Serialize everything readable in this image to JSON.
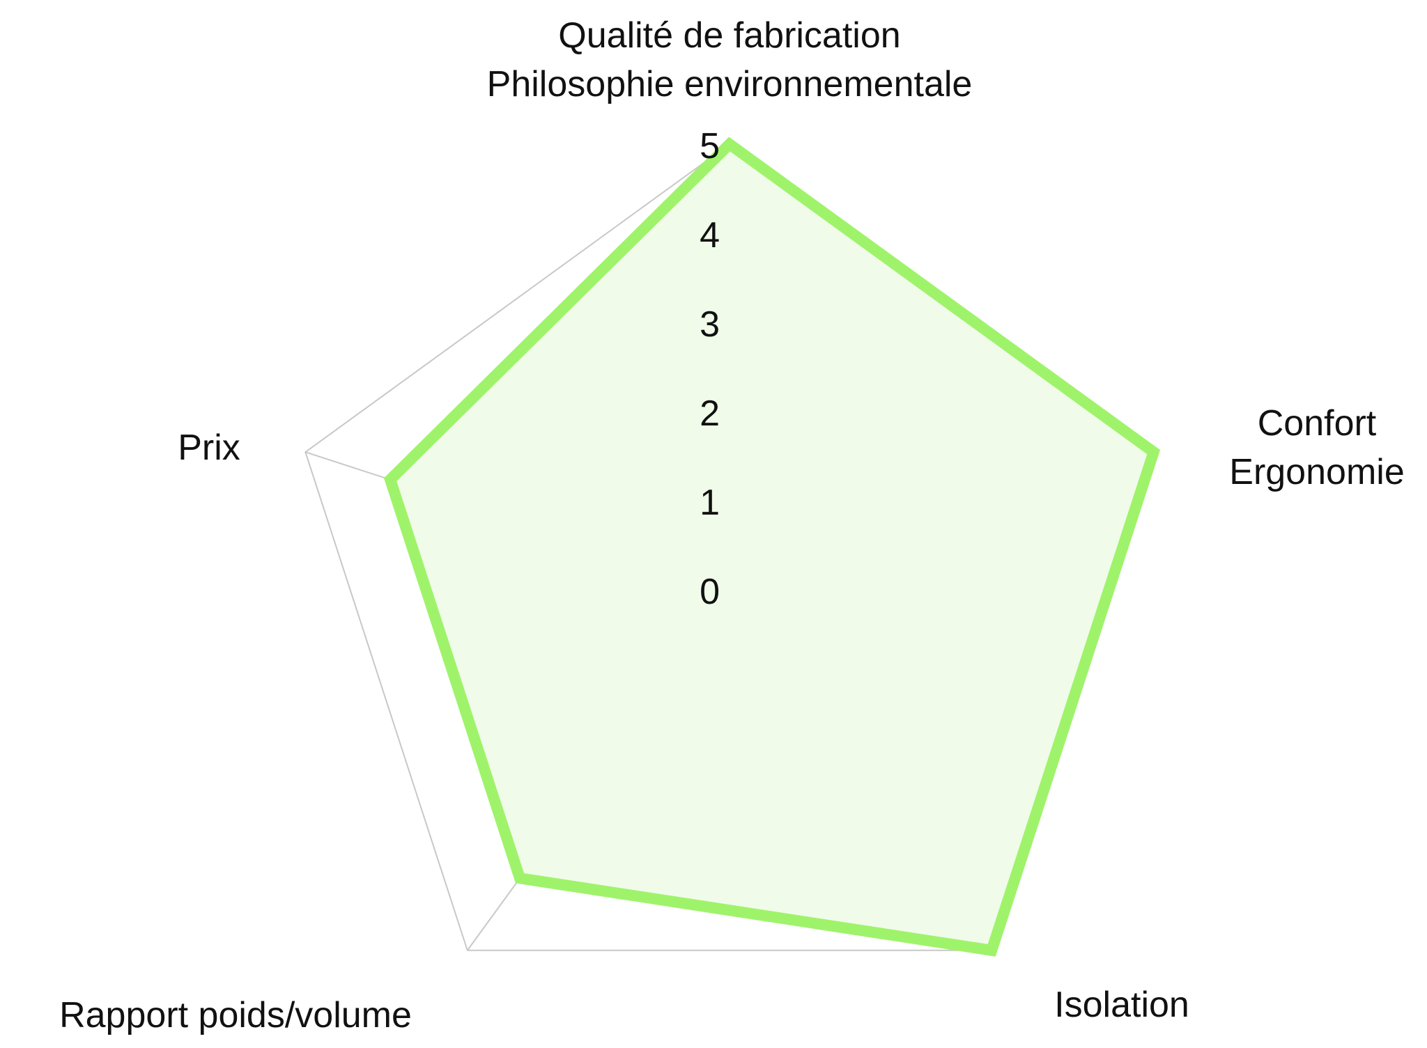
{
  "chart_data": {
    "type": "radar",
    "axes": [
      [
        "Qualité de fabrication",
        "Philosophie environnementale"
      ],
      [
        "Confort",
        "Ergonomie"
      ],
      [
        "Isolation"
      ],
      [
        "Rapport poids/volume"
      ],
      [
        "Prix"
      ]
    ],
    "ticks": [
      "0",
      "1",
      "2",
      "3",
      "4",
      "5"
    ],
    "range": [
      0,
      5
    ],
    "series": [
      {
        "values": [
          5,
          5,
          5,
          4,
          4
        ],
        "color": "#9FF36A",
        "fill": "#F0FBE9"
      }
    ],
    "grid": true,
    "grid_color": "#C8C8C8",
    "legend": "none"
  }
}
